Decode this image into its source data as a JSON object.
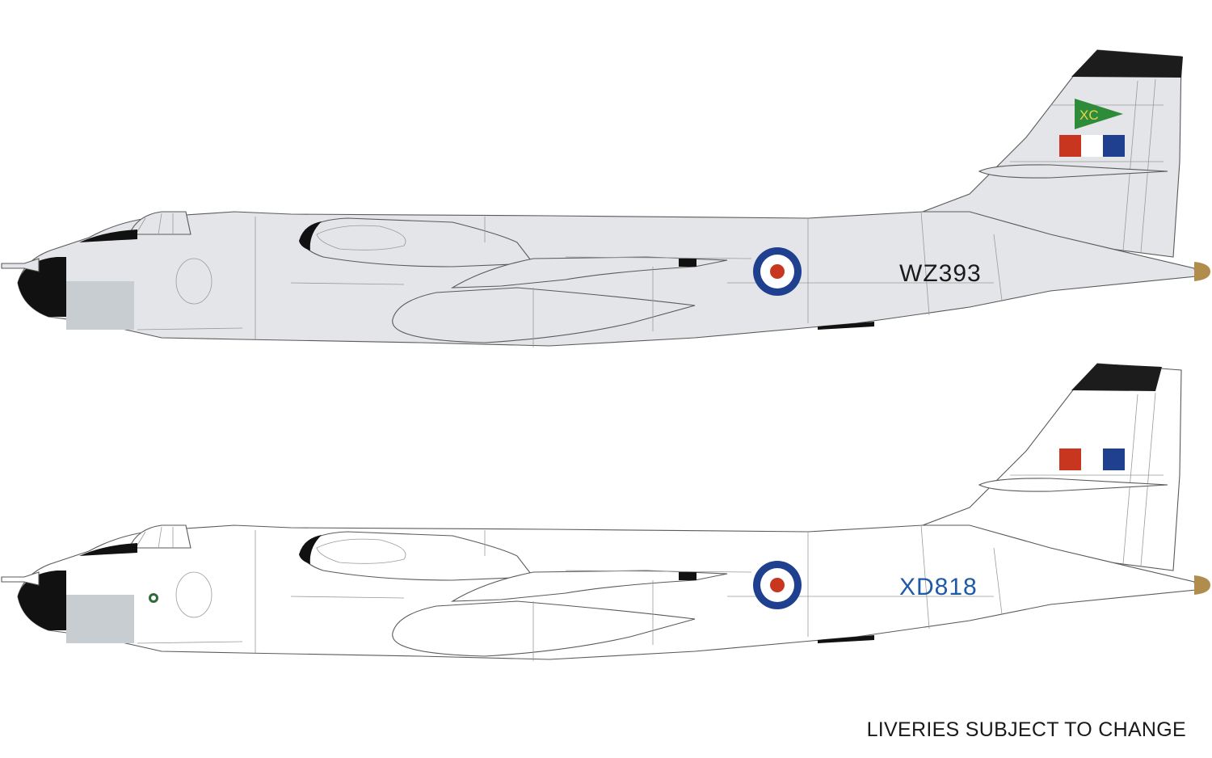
{
  "caption": "LIVERIES SUBJECT TO CHANGE",
  "aircraft": [
    {
      "serial": "WZ393",
      "pennant_text": "XC",
      "scheme": "light-aircraft-grey",
      "colors": {
        "fuselage": "#e3e5e8",
        "serial": "#1a1a1a",
        "fin_cap": "#1c1c1c",
        "nose_tip": "#b08d4c",
        "radome": "#111111",
        "panel_window": "#c8cdd2",
        "pennant": "#2e8b3a",
        "pennant_text": "#e8d44a"
      }
    },
    {
      "serial": "XD818",
      "pennant_text": "",
      "scheme": "anti-flash-white",
      "colors": {
        "fuselage": "#ffffff",
        "serial": "#1f5aa6",
        "fin_cap": "#1c1c1c",
        "nose_tip": "#b08d4c",
        "radome": "#111111",
        "panel_window": "#c8cdd2"
      }
    }
  ],
  "insignia": {
    "roundel": {
      "outer": "#1f3f8f",
      "middle": "#ffffff",
      "inner": "#c8361f"
    },
    "fin_flash": {
      "left": "#c8361f",
      "middle": "#ffffff",
      "right": "#1f3f8f"
    }
  }
}
